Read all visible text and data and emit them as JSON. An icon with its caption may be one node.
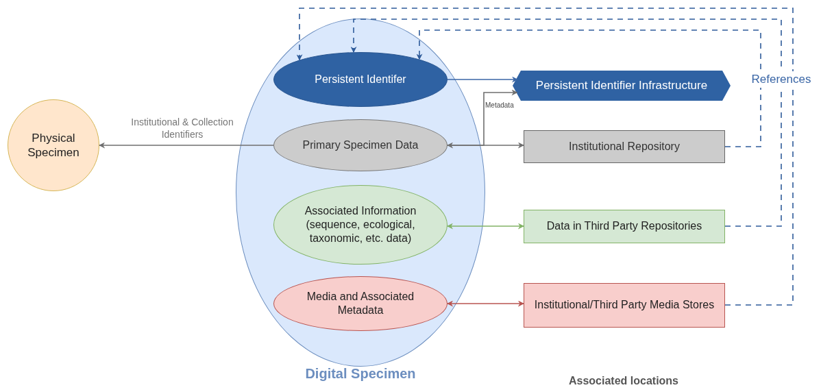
{
  "diagram": {
    "nodes": [
      {
        "text": [
          "Physical Specimen"
        ]
      },
      {
        "text": [
          "Digital Specimen"
        ]
      },
      {
        "text": [
          "Persistent Identifer"
        ],
        "in": 1
      },
      {
        "text": [
          "Primary Specimen Data"
        ],
        "in": 1
      },
      {
        "text": [
          "Associated Information (sequence, ecological, taxonomic, etc. data)"
        ],
        "in": 1
      },
      {
        "text": [
          "Media and Associated Metadata"
        ],
        "in": 1
      },
      {
        "text": [
          "Persistent Identifier Infrastructure"
        ]
      },
      {
        "text": [
          "Institutional Repository"
        ]
      },
      {
        "text": [
          "Data in Third Party Repositories"
        ]
      },
      {
        "text": [
          "Institutional/Third Party Media Stores"
        ]
      }
    ],
    "edges": [
      {
        "from": 3,
        "to": 0,
        "arrow": "to",
        "label": "Institutional & Collection Identifiers"
      },
      {
        "from": 2,
        "to": 6,
        "arrow": "to",
        "color": "#3a66a6"
      },
      {
        "from": 3,
        "to": 6,
        "arrow": "to",
        "label": "Metadata"
      },
      {
        "from": 3,
        "to": 7,
        "arrow": "both"
      },
      {
        "from": 4,
        "to": 8,
        "arrow": "both",
        "color": "#82b366"
      },
      {
        "from": 5,
        "to": 9,
        "arrow": "both",
        "color": "#b85450"
      },
      {
        "from": 7,
        "to": 2,
        "arrow": "to",
        "style": "dashed",
        "color": "#2e5b9a"
      },
      {
        "from": 8,
        "to": 2,
        "arrow": "to",
        "style": "dashed",
        "color": "#2e5b9a"
      },
      {
        "from": 9,
        "to": 2,
        "arrow": "to",
        "style": "dashed",
        "color": "#2e5b9a"
      }
    ],
    "labels": [
      "References",
      "Associated locations"
    ]
  }
}
